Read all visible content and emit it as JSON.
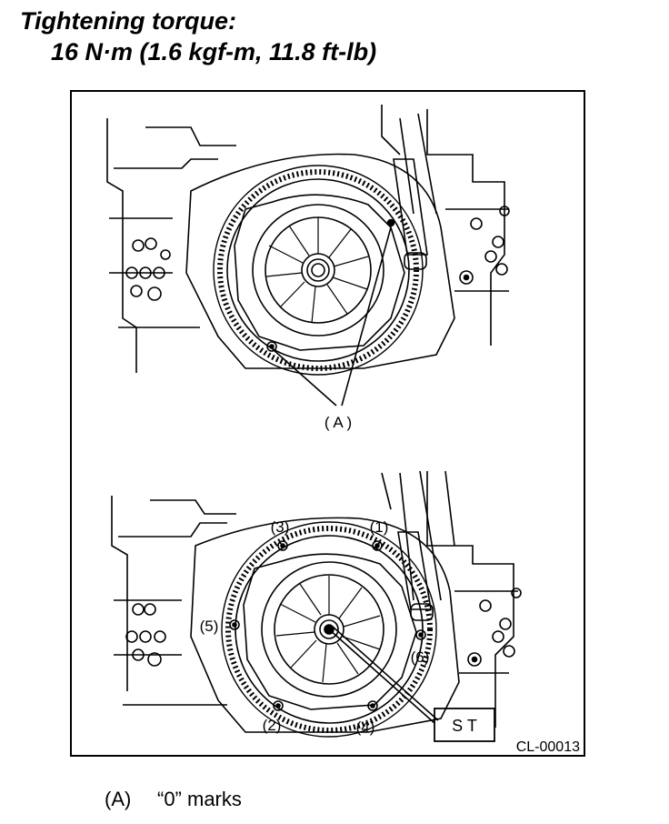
{
  "heading": {
    "line1": "Tightening torque:",
    "line2": "16 N·m (1.6 kgf-m, 11.8 ft-lb)"
  },
  "figure": {
    "code": "CL-00013",
    "top_callout": "( A )",
    "st_label": "S T",
    "bolt_labels": [
      "(1)",
      "(2)",
      "(3)",
      "(4)",
      "(5)",
      "(6)"
    ]
  },
  "legend": {
    "key": "(A)",
    "text": "“0” marks"
  }
}
